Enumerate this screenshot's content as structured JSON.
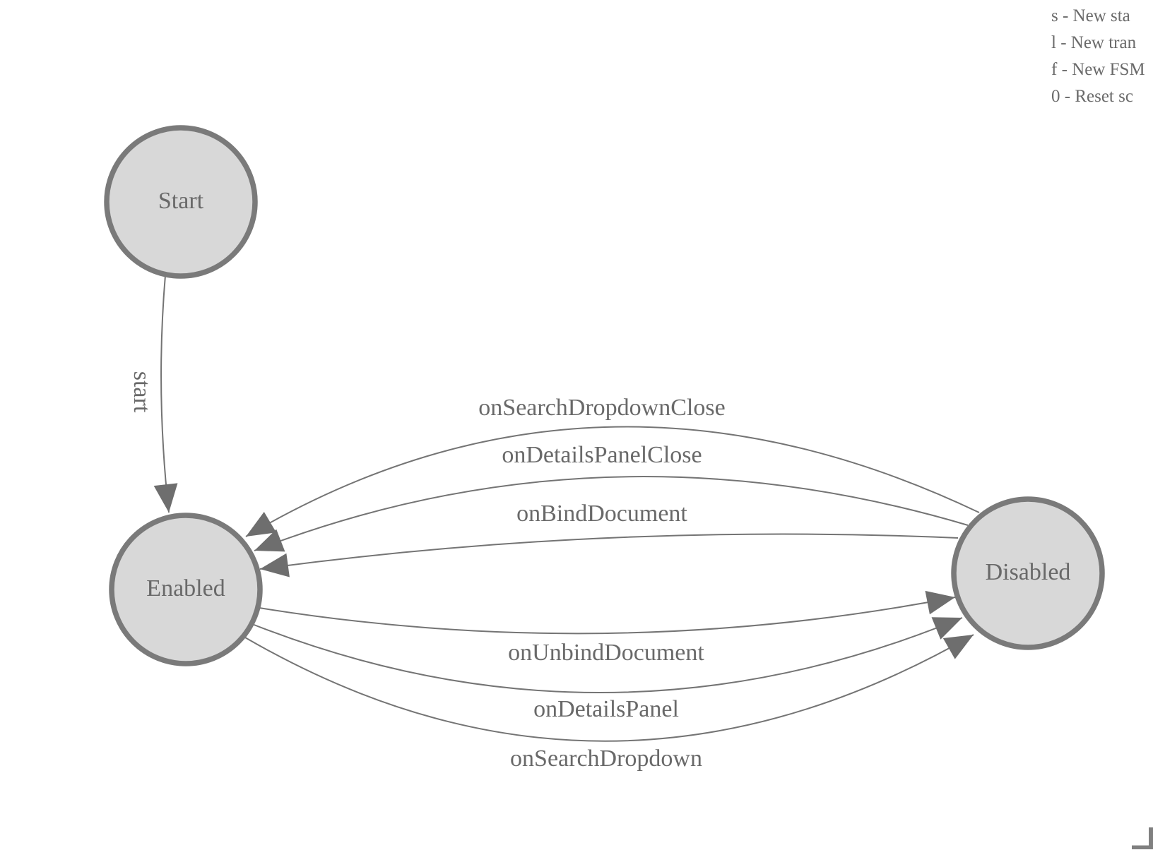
{
  "legend": {
    "items": [
      "s - New sta",
      "l - New tran",
      "f - New FSM",
      "0 - Reset sc"
    ]
  },
  "nodes": {
    "start": "Start",
    "enabled": "Enabled",
    "disabled": "Disabled"
  },
  "transitions": {
    "start": "start",
    "search_dropdown_close": "onSearchDropdownClose",
    "details_panel_close": "onDetailsPanelClose",
    "bind_document": "onBindDocument",
    "unbind_document": "onUnbindDocument",
    "details_panel": "onDetailsPanel",
    "search_dropdown": "onSearchDropdown"
  },
  "colors": {
    "background": "#ffffff",
    "node_fill": "#d8d8d8",
    "node_stroke": "#7a7a7a",
    "edge_line": "#747474",
    "arrowhead": "#6e6e6e",
    "label_text": "#696969",
    "legend_text": "#6a6a6a",
    "corner_handle": "#808080"
  }
}
